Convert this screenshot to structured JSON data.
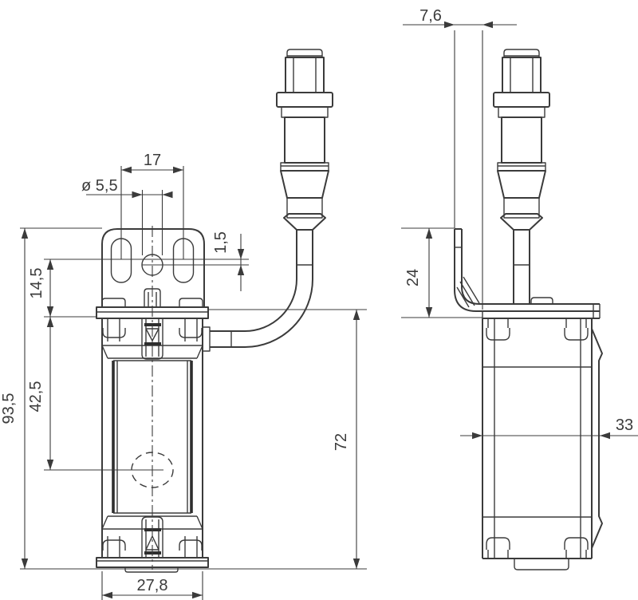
{
  "drawing": {
    "background": "#ffffff",
    "line_color": "#3b3b3b",
    "dimensions": {
      "hole_spacing": {
        "label": "17"
      },
      "hole_diameter": {
        "label": "ø 5,5"
      },
      "hole_offset": {
        "label": "1,5"
      },
      "slot_to_body": {
        "label": "14,5"
      },
      "overall_height": {
        "label": "93,5"
      },
      "actuator_center": {
        "label": "42,5"
      },
      "body_height": {
        "label": "72"
      },
      "bracket_offset": {
        "label": "7,6"
      },
      "bracket_height": {
        "label": "24"
      },
      "body_depth": {
        "label": "33"
      },
      "body_width": {
        "label": "27,8"
      }
    }
  }
}
